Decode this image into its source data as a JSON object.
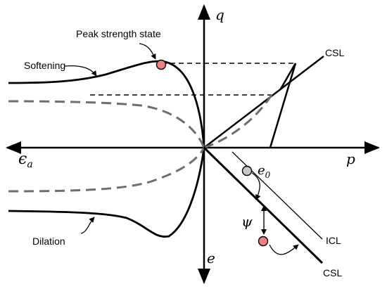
{
  "labels": {
    "q_axis": "q",
    "p_axis": "p",
    "e_axis": "e",
    "strain_axis": "ϵa",
    "csl_upper": "CSL",
    "csl_lower": "CSL",
    "icl": "ICL",
    "e0": "e0",
    "psi": "ψ",
    "peak_state": "Peak strength state",
    "softening": "Softening",
    "dilation": "Dilation"
  },
  "colors": {
    "main_curve": "#000000",
    "dashed_gray": "#6e6e6e",
    "peak_marker": "#f08080",
    "initial_marker": "#c8c8c8"
  }
}
